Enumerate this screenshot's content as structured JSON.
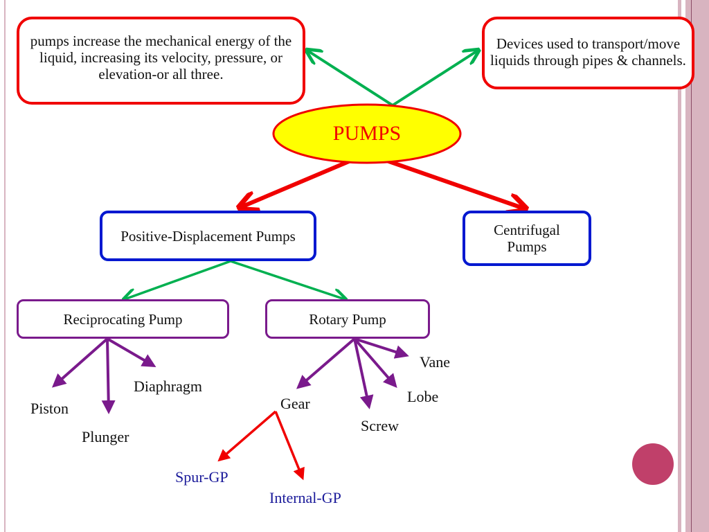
{
  "title": "PUMPS",
  "definition": "pumps increase the mechanical energy of the liquid, increasing its velocity, pressure, or elevation-or all three.",
  "description": "Devices used to transport/move liquids through pipes & channels.",
  "categories": {
    "positive_displacement": "Positive-Displacement Pumps",
    "centrifugal": "Centrifugal Pumps"
  },
  "pd_types": {
    "reciprocating": "Reciprocating Pump",
    "rotary": "Rotary Pump"
  },
  "reciprocating_types": [
    "Piston",
    "Plunger",
    "Diaphragm"
  ],
  "rotary_types": [
    "Gear",
    "Screw",
    "Lobe",
    "Vane"
  ],
  "gear_types": [
    "Spur-GP",
    "Internal-GP"
  ],
  "colors": {
    "red": "#f00000",
    "green": "#00b050",
    "purple": "#7a1a8c",
    "blue": "#0018d0",
    "ellipse_fill": "#ffff00",
    "accent_circle": "#c0406a"
  }
}
